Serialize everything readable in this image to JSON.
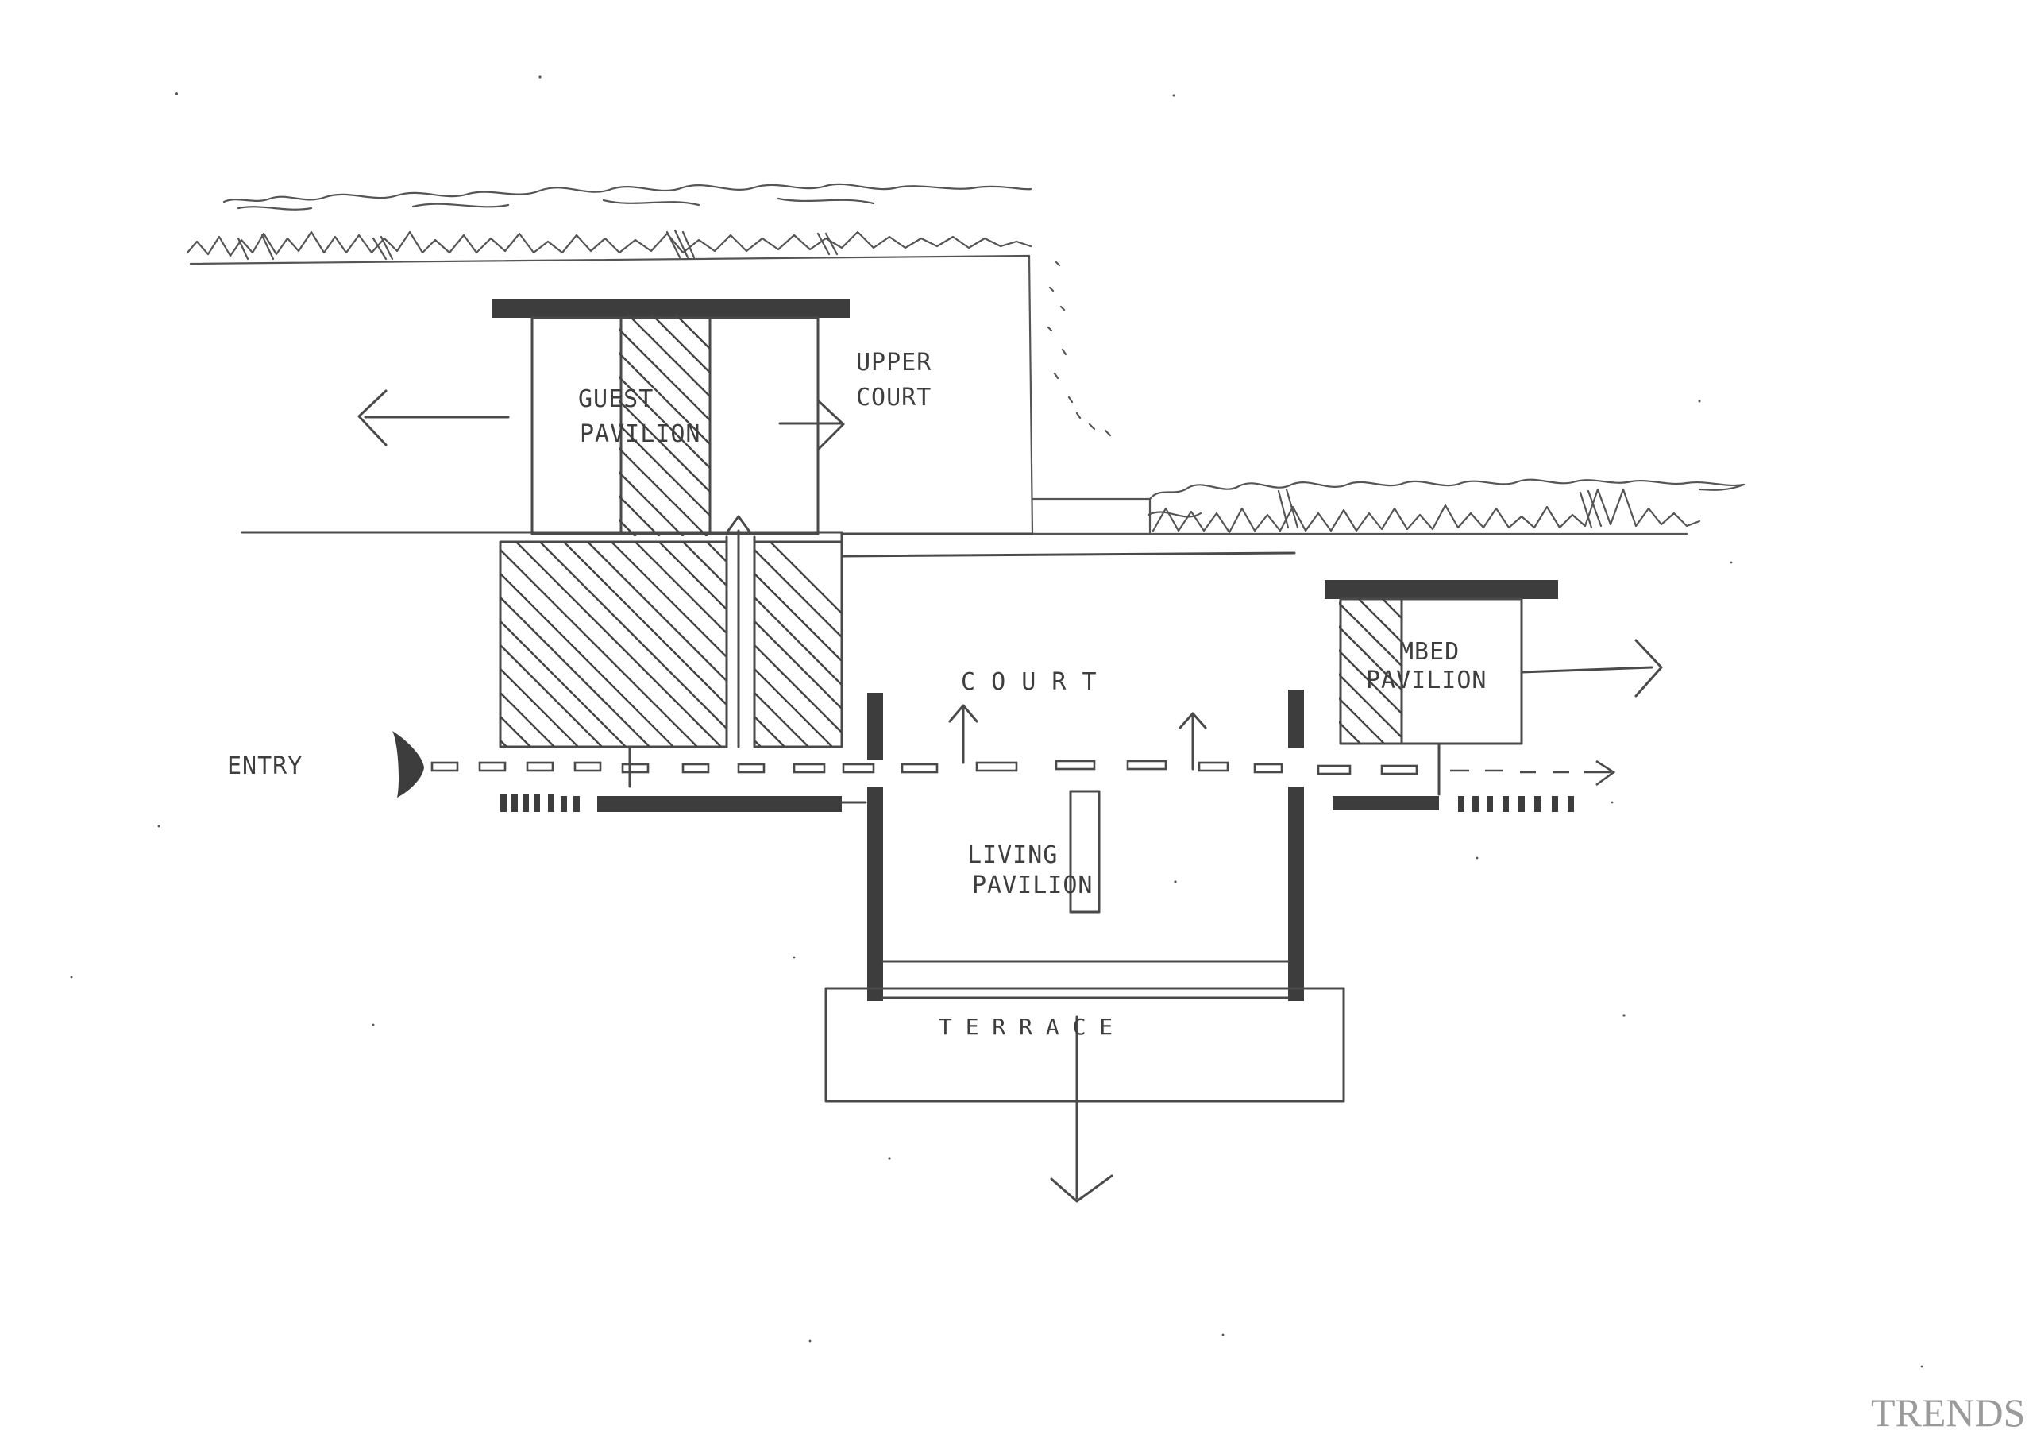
{
  "labels": {
    "upper_court_line1": "UPPER",
    "upper_court_line2": "COURT",
    "guest_line1": "GUEST",
    "guest_line2": "PAVILION",
    "court": "C O U R T",
    "entry": "ENTRY",
    "living_line1": "LIVING",
    "living_line2": "PAVILION",
    "mbed_line1": "MBED",
    "mbed_line2": "PAVILION",
    "terrace": "T E R R A C E"
  },
  "watermark": "TRENDS",
  "colors": {
    "paper": "#ffffff",
    "pencil": "#4a4a4a",
    "wall": "#3d3d3d",
    "watermark": "#9a9a9a"
  }
}
